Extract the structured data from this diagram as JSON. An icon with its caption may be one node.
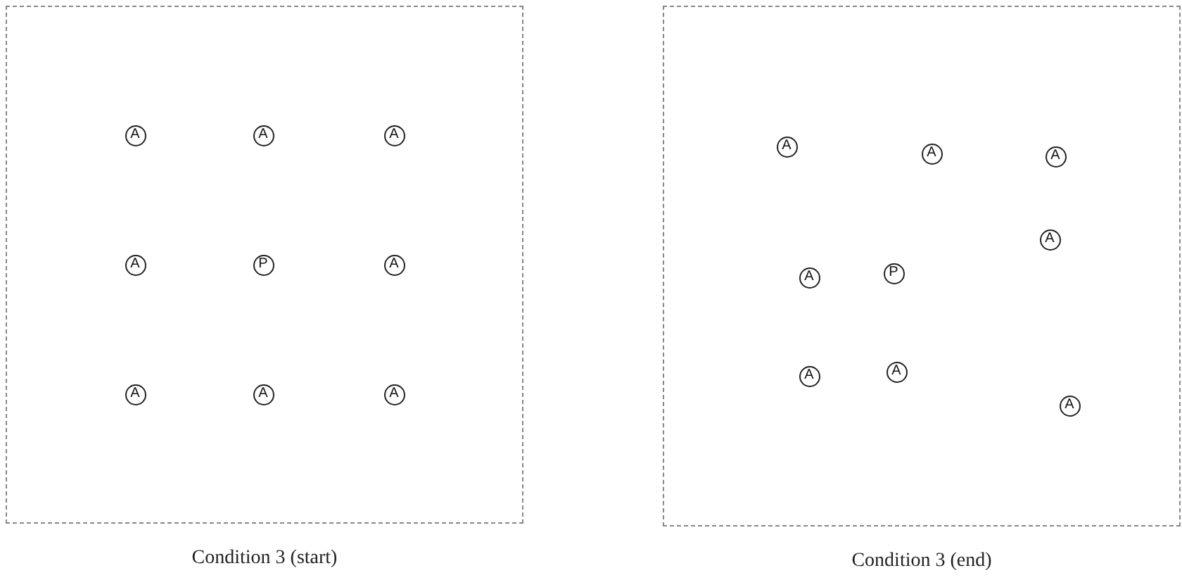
{
  "diagram": {
    "nodes": [
      {
        "text": [],
        "shape": "box",
        "beside": [
          "Condition 3 (start)"
        ]
      },
      {
        "text": [
          "A"
        ],
        "in": 0
      },
      {
        "text": [
          "A"
        ],
        "in": 0
      },
      {
        "text": [
          "A"
        ],
        "in": 0
      },
      {
        "text": [
          "A"
        ],
        "in": 0
      },
      {
        "text": [
          "P"
        ],
        "in": 0
      },
      {
        "text": [
          "A"
        ],
        "in": 0
      },
      {
        "text": [
          "A"
        ],
        "in": 0
      },
      {
        "text": [
          "A"
        ],
        "in": 0
      },
      {
        "text": [
          "A"
        ],
        "in": 0
      },
      {
        "text": [],
        "shape": "box",
        "beside": [
          "Condition 3 (end)"
        ]
      },
      {
        "text": [
          "A"
        ],
        "in": 10
      },
      {
        "text": [
          "A"
        ],
        "in": 10
      },
      {
        "text": [
          "A"
        ],
        "in": 10
      },
      {
        "text": [
          "A"
        ],
        "in": 10
      },
      {
        "text": [
          "A"
        ],
        "in": 10
      },
      {
        "text": [
          "P"
        ],
        "in": 10
      },
      {
        "text": [
          "A"
        ],
        "in": 10
      },
      {
        "text": [
          "A"
        ],
        "in": 10
      },
      {
        "text": [
          "A"
        ],
        "in": 10
      }
    ]
  }
}
